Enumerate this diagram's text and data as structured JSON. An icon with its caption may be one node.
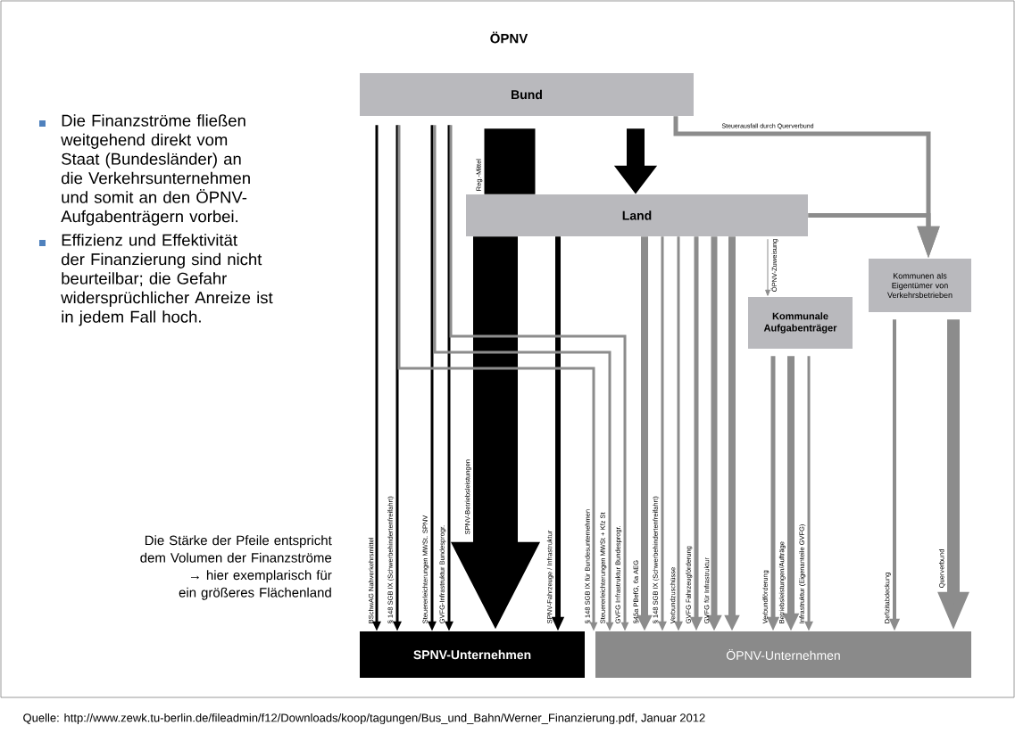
{
  "diagram": {
    "title": "ÖPNV",
    "caption": "Quelle: http://www.zewk.tu-berlin.de/fileadmin/f12/Downloads/koop/tagungen/Bus_und_Bahn/Werner_Finanzierung.pdf,  Januar 2012",
    "nodes": [
      {
        "text": [
          "Bund"
        ]
      },
      {
        "text": [
          "Land"
        ]
      },
      {
        "text": [
          "Kommunale Aufgabenträger"
        ]
      },
      {
        "text": [
          "Kommunen als Eigentümer von Verkehrsbetrieben"
        ]
      },
      {
        "text": [
          "SPNV-Unternehmen"
        ]
      },
      {
        "text": [
          "ÖPNV-Unternehmen"
        ]
      }
    ],
    "edges": [
      {
        "from": 0,
        "to": 4,
        "arrow": "to",
        "label": "BSchwAG Nahverkehrsmittel",
        "color": "#000000"
      },
      {
        "from": 0,
        "to": 4,
        "arrow": "to",
        "label": "§ 148 SGB IX (Schwerbehindertenfreifahrt)",
        "color": "#000000"
      },
      {
        "from": 0,
        "to": 4,
        "arrow": "to",
        "label": "Steuererleichterungen MWSt. SPNV",
        "color": "#000000"
      },
      {
        "from": 0,
        "to": 4,
        "arrow": "to",
        "label": "GVFG-Infrastruktur Bundesprogr.",
        "color": "#000000"
      },
      {
        "from": 0,
        "to": 1,
        "arrow": "none",
        "label": "Reg.-Mittel",
        "style": "thick",
        "color": "#000000"
      },
      {
        "from": 0,
        "to": 1,
        "arrow": "to",
        "style": "thick",
        "color": "#000000"
      },
      {
        "from": 0,
        "to": 3,
        "arrow": "to",
        "label": "Steuerausfall durch Querverbund"
      },
      {
        "from": 1,
        "to": 3,
        "arrow": "to"
      },
      {
        "from": 1,
        "to": 4,
        "arrow": "to",
        "label": "SPNV-Betriebsleistungen",
        "style": "thick",
        "color": "#000000"
      },
      {
        "from": 1,
        "to": 4,
        "arrow": "to",
        "label": "SPNV-Fahrzeuge / Infrastruktur",
        "color": "#000000"
      },
      {
        "from": 0,
        "to": 5,
        "arrow": "to",
        "label": "§ 148 SGB IX für Bundesunternehmen"
      },
      {
        "from": 0,
        "to": 5,
        "arrow": "to",
        "label": "Steuererleichterungen MWSt + Kfz St"
      },
      {
        "from": 0,
        "to": 5,
        "arrow": "to",
        "label": "GVFG Infrastruktur Bundesprogr."
      },
      {
        "from": 1,
        "to": 5,
        "arrow": "to",
        "label": "§45a PBefG, 6a AEG"
      },
      {
        "from": 1,
        "to": 5,
        "arrow": "to",
        "label": "§ 148 SGB IX (Schwerbehindertenfreifahrt)"
      },
      {
        "from": 1,
        "to": 5,
        "arrow": "to",
        "label": "Verbundzuschüsse"
      },
      {
        "from": 1,
        "to": 5,
        "arrow": "to",
        "label": "GVFG Fahrzeugförderung"
      },
      {
        "from": 1,
        "to": 5,
        "arrow": "to",
        "label": "GVFG für Infrastruktur"
      },
      {
        "from": 1,
        "to": 5,
        "arrow": "to"
      },
      {
        "from": 1,
        "to": 2,
        "arrow": "to",
        "label": "ÖPNV-Zuweisung"
      },
      {
        "from": 2,
        "to": 5,
        "arrow": "to",
        "label": "Verbundförderung"
      },
      {
        "from": 2,
        "to": 5,
        "arrow": "to",
        "label": "Betriebsleistungen/Aufträge"
      },
      {
        "from": 2,
        "to": 5,
        "arrow": "to",
        "label": "Infrastruktur (Eigenanteile GVFG)"
      },
      {
        "from": 3,
        "to": 5,
        "arrow": "to",
        "label": "Defizitabdeckung"
      },
      {
        "from": 3,
        "to": 5,
        "arrow": "to",
        "label": "Querverbund",
        "style": "thick"
      }
    ],
    "labels": [
      "Die Finanzströme fließen weitgehend direkt vom Staat (Bundesländer) an die Verkehrsunternehmen und somit an den ÖPNV-Aufgabenträgern vorbei.",
      "Effizienz und Effektivität der Finanzierung sind nicht beurteilbar; die Gefahr widersprüchlicher Anreize ist in jedem Fall hoch.",
      "Die Stärke der Pfeile entspricht dem Volumen der Finanzströme → hier exemplarisch für ein größeres Flächenland"
    ]
  }
}
